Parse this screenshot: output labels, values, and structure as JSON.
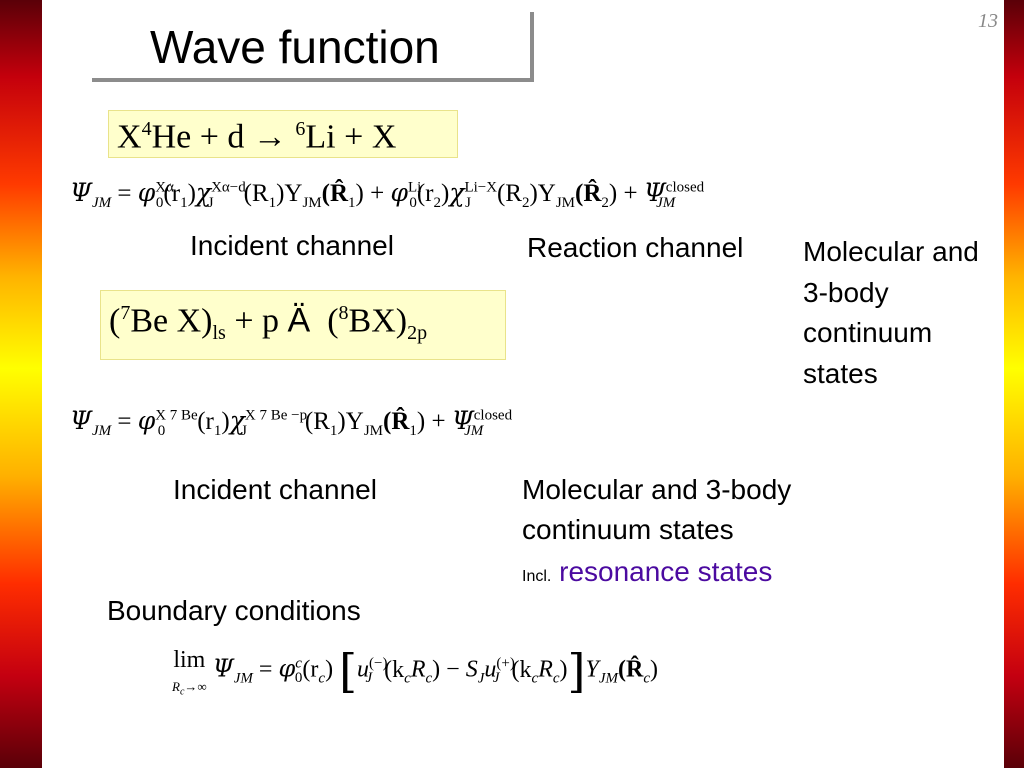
{
  "slide": {
    "title": "Wave function",
    "page_number": "13"
  },
  "reactions": {
    "first": {
      "lhs_a": "X",
      "lhs_mass": "4",
      "lhs_b": "He",
      "plus1": "+",
      "d": "d",
      "arrow": "→",
      "rhs_mass": "6",
      "rhs_a": "Li",
      "plus2": "+",
      "rhs_b": "X"
    },
    "second": {
      "open1": "(",
      "mass1": "7",
      "core1": "Be X)",
      "sub1": "ls",
      "plus": "+",
      "p": "p",
      "arrow": "Ä",
      "open2": "(",
      "mass2": "8",
      "core2": "BX)",
      "sub2": "2p"
    }
  },
  "equations": {
    "eq1": {
      "psi": "Ψ",
      "psi_sub": "JM",
      "eqsign": "=",
      "phi": "φ",
      "phi_sup": "Xα",
      "phi_sub": "0",
      "r1": "(r",
      "r1_sub": "1",
      "close1": ")",
      "chi": "χ",
      "chi_sup": "Xα−d",
      "chi_sub": "J",
      "R1": "(R",
      "R1_sub": "1",
      "Y": ")Y",
      "Y_sub": "JM",
      "Rhat": "(R̂",
      "Rhat_sub": "1",
      "close2": ")",
      "plus1": "+",
      "phi2": "φ",
      "phi2_sup": "Li",
      "phi2_sub": "0",
      "r2": "(r",
      "r2_sub": "2",
      "close3": ")",
      "chi2": "χ",
      "chi2_sup": "Li−X",
      "chi2_sub": "J",
      "R2": "(R",
      "R2_sub": "2",
      "Y2": ")Y",
      "Y2_sub": "JM",
      "Rhat2": "(R̂",
      "Rhat2_sub": "2",
      "close4": ")",
      "plus2": "+",
      "psi2": "Ψ",
      "psi2_sup": "closed",
      "psi2_sub": "JM"
    },
    "eq2": {
      "psi": "Ψ",
      "psi_sub": "JM",
      "eqsign": "=",
      "phi": "φ",
      "phi_sup": "X 7 Be",
      "phi_sub": "0",
      "r1": "(r",
      "r1_sub": "1",
      "close1": ")",
      "chi": "χ",
      "chi_sup": "X 7 Be −p",
      "chi_sub": "J",
      "R1": "(R",
      "R1_sub": "1",
      "Y": ")Y",
      "Y_sub": "JM",
      "Rhat": "(R̂",
      "Rhat_sub": "1",
      "close2": ")",
      "plus": "+",
      "psi2": "Ψ",
      "psi2_sup": "closed",
      "psi2_sub": "JM"
    },
    "eq3": {
      "lim": "lim",
      "lim_sub": "R",
      "lim_sub_c": "c",
      "lim_arrow": "→∞",
      "psi": "Ψ",
      "psi_sub": "JM",
      "eqsign": "=",
      "phi": "φ",
      "phi_sup": "c",
      "phi_sub": "0",
      "r": "(r",
      "r_sub": "c",
      "close1": ")",
      "lbr": "[",
      "u1": "u",
      "u1_sup": "(−)",
      "u1_sub": "J",
      "k1": "(k",
      "k1_sub": "c",
      "R1": "R",
      "R1_sub": "c",
      "close2": ")",
      "minus": "−",
      "S": "S",
      "S_sub": "J",
      "u2": "u",
      "u2_sup": "(+)",
      "u2_sub": "J",
      "k2": "(k",
      "k2_sub": "c",
      "R2": "R",
      "R2_sub": "c",
      "close3": ")",
      "rbr": "]",
      "Y": "Y",
      "Y_sub": "JM",
      "Rhat": "(R̂",
      "Rhat_sub": "c",
      "close4": ")"
    }
  },
  "labels": {
    "incident1": "Incident channel",
    "reaction1": "Reaction channel",
    "molecular1": "Molecular and 3-body continuum states",
    "incident2": "Incident channel",
    "molecular2": "Molecular and 3-body continuum states",
    "incl": "Incl.",
    "resonance": "resonance states",
    "boundary": "Boundary conditions"
  },
  "colors": {
    "box_fill": "#ffffcc",
    "resonance": "#4b0aa0"
  }
}
